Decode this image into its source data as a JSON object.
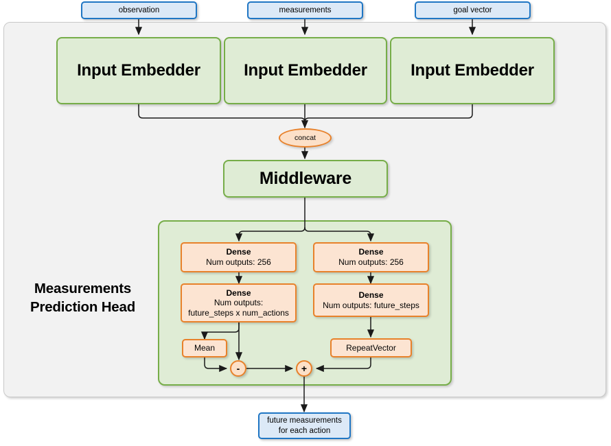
{
  "diagram": {
    "title_label": "Measurements\nPrediction Head",
    "head_title_line1": "Measurements",
    "head_title_line2": "Prediction Head",
    "colors": {
      "frame_fill": "#f2f2f2",
      "frame_border": "#c9c9c9",
      "green_fill": "#dfecd5",
      "green_border": "#76ad48",
      "blue_fill": "#dce9f7",
      "blue_border": "#1f76c4",
      "orange_fill": "#fce4d2",
      "orange_border": "#e8812a",
      "ellipse_fill": "#fce0c8",
      "arrow": "#1a1a1a"
    }
  },
  "inputs": [
    {
      "label": "observation"
    },
    {
      "label": "measurements"
    },
    {
      "label": "goal vector"
    }
  ],
  "embedders": [
    {
      "label": "Input Embedder"
    },
    {
      "label": "Input Embedder"
    },
    {
      "label": "Input Embedder"
    }
  ],
  "concat": {
    "label": "concat"
  },
  "middleware": {
    "label": "Middleware"
  },
  "head": {
    "left_branch": {
      "dense1": {
        "title": "Dense",
        "line1": "Num outputs: 256",
        "line2": ""
      },
      "dense2": {
        "title": "Dense",
        "line1": "Num outputs:",
        "line2": "future_steps x num_actions"
      },
      "mean": {
        "label": "Mean"
      },
      "op": {
        "label": "-"
      }
    },
    "right_branch": {
      "dense1": {
        "title": "Dense",
        "line1": "Num outputs: 256",
        "line2": ""
      },
      "dense2": {
        "title": "Dense",
        "line1": "Num outputs: future_steps",
        "line2": ""
      },
      "repeat_vector": {
        "label": "RepeatVector"
      },
      "op": {
        "label": "+"
      }
    }
  },
  "output": {
    "line1": "future measurements",
    "line2": "for each action"
  }
}
